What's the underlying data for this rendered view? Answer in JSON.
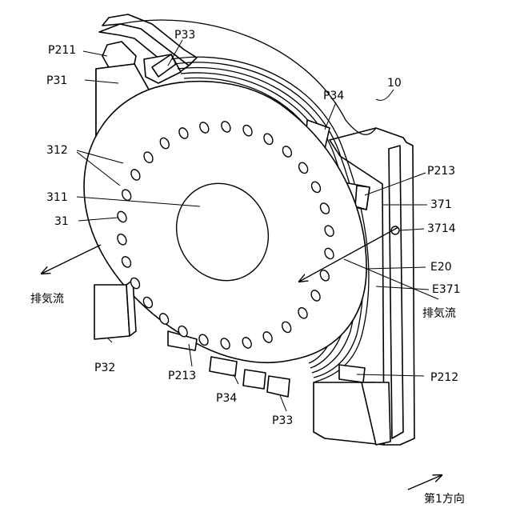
{
  "labels": {
    "p211": "P211",
    "p33_top": "P33",
    "p31": "P31",
    "fig_no": "10",
    "p34_top": "P34",
    "l312": "312",
    "p213_right": "P213",
    "l311": "311",
    "l371": "371",
    "l31": "31",
    "l3714": "3714",
    "e20": "E20",
    "exhaust_left": "排気流",
    "e371": "E371",
    "exhaust_right": "排気流",
    "p32": "P32",
    "p213_bottom": "P213",
    "p212": "P212",
    "p34_bottom": "P34",
    "p33_bottom": "P33",
    "direction": "第1方向"
  }
}
